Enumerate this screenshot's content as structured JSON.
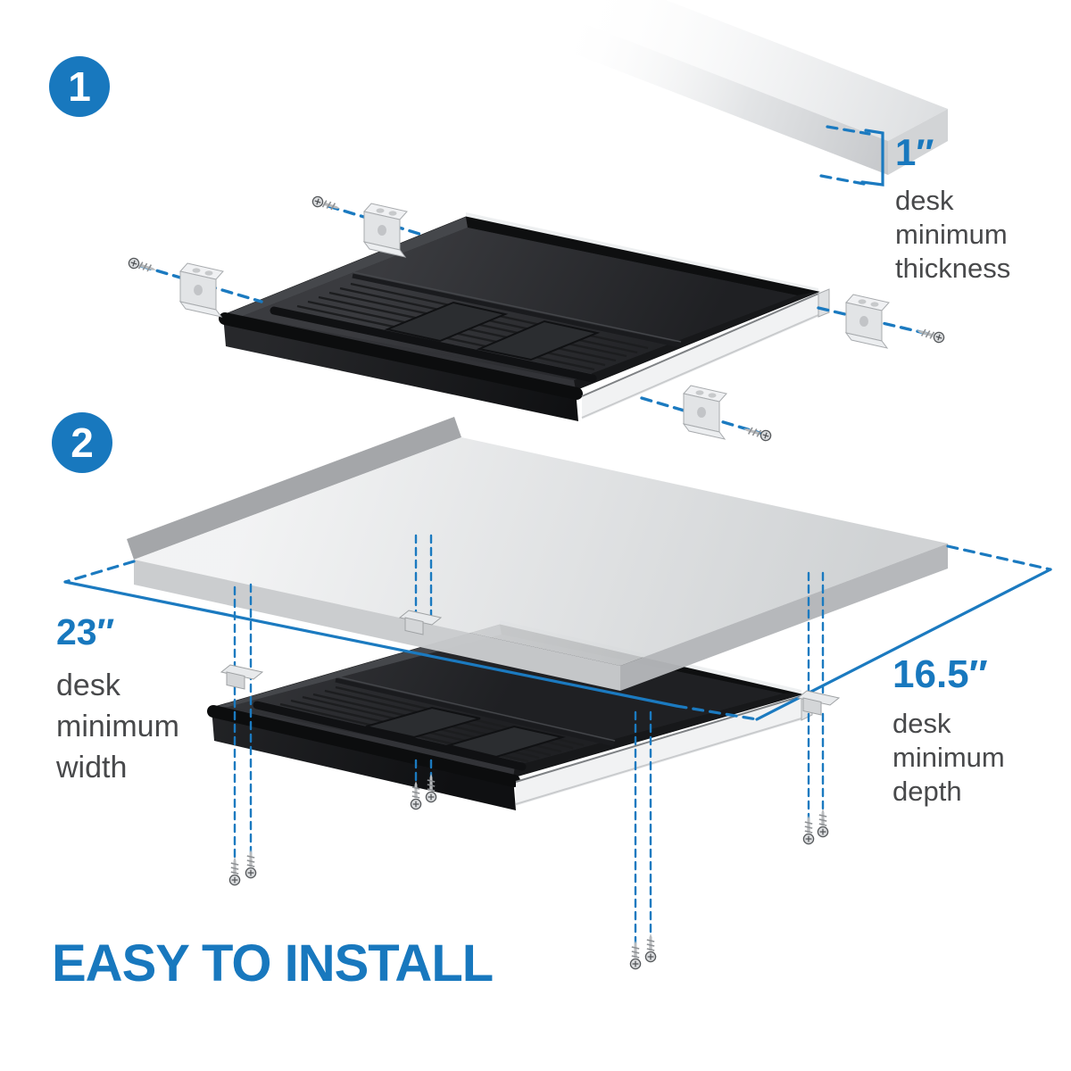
{
  "page": {
    "background": "#ffffff",
    "kind": "product installation diagram"
  },
  "colors": {
    "accent_blue": "#1878BE",
    "dash_blue": "#1B7AC0",
    "text_gray": "#48494B",
    "drawer_black": "#232427",
    "desk_gray": "#D9DBDD",
    "rail_white": "#F1F2F3"
  },
  "step1": {
    "number": "1",
    "thickness_label": {
      "value": "1″",
      "line1": "desk",
      "line2": "minimum",
      "line3": "thickness"
    },
    "parts": {
      "desk": "desk surface corner",
      "drawer": "under-desk organizer drawer",
      "bracket": "mounting bracket",
      "screw": "mounting screw",
      "bracket_count": 4,
      "screw_count": 4
    }
  },
  "step2": {
    "number": "2",
    "width_label": {
      "value": "23″",
      "line1": "desk",
      "line2": "minimum",
      "line3": "width"
    },
    "depth_label": {
      "value": "16.5″",
      "line1": "desk",
      "line2": "minimum",
      "line3": "depth"
    },
    "parts": {
      "desk": "desk surface",
      "drawer": "under-desk organizer drawer",
      "bracket": "mounting bracket",
      "screw": "mounting screw",
      "bracket_count": 3,
      "screw_count": 8
    }
  },
  "footer": {
    "headline": "EASY TO INSTALL"
  }
}
